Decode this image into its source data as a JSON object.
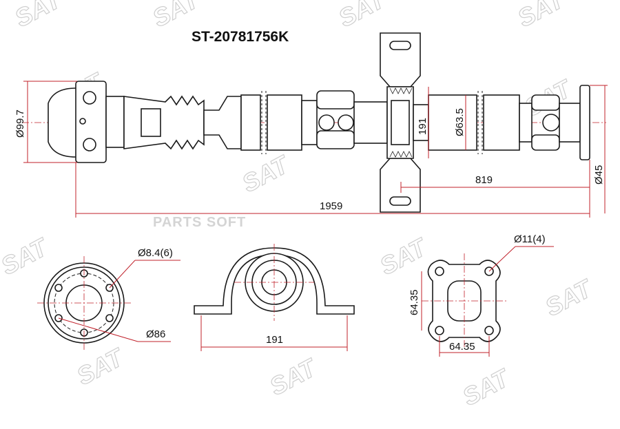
{
  "title": "ST-20781756K",
  "watermark": {
    "brand": "SAT",
    "secondary": "PARTS SOFT"
  },
  "dimensions": {
    "flange_diameter": "Ø99.7",
    "bearing_height": "191",
    "shaft_diameter": "Ø63.5",
    "rear_section_length": "819",
    "output_diameter": "Ø45",
    "overall_length": "1959",
    "bolt_holes_front": "Ø8.4(6)",
    "front_pcd": "Ø86",
    "bracket_width": "191",
    "bolt_holes_rear": "Ø11(4)",
    "rear_flange_height": "64.35",
    "rear_flange_width": "64.35"
  }
}
